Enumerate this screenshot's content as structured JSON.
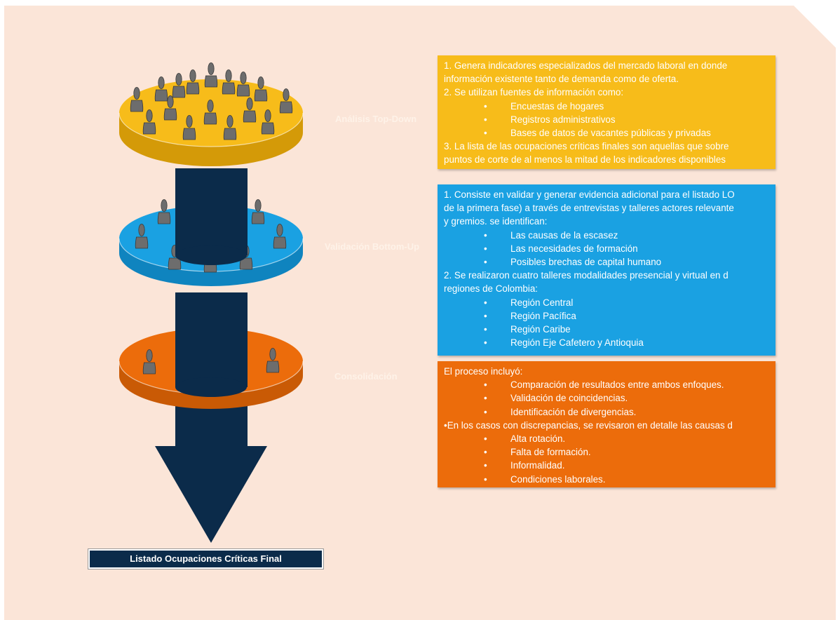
{
  "colors": {
    "background": "#fbe5d8",
    "yellow": "#f7bc1a",
    "blue": "#1aa1e2",
    "orange": "#ec6c0b",
    "navy": "#0b2b4a",
    "figure": "#6d6d6d"
  },
  "stages": [
    {
      "label": "Análisis Top-Down",
      "lines": [
        {
          "type": "text",
          "text": "1. Genera indicadores especializados del mercado laboral en donde"
        },
        {
          "type": "text",
          "text": "información existente tanto de demanda como de oferta."
        },
        {
          "type": "text",
          "text": "2. Se utilizan fuentes de información como:"
        },
        {
          "type": "bullet",
          "text": "Encuestas de hogares"
        },
        {
          "type": "bullet",
          "text": "Registros administrativos"
        },
        {
          "type": "bullet",
          "text": "Bases de datos de vacantes públicas y privadas"
        },
        {
          "type": "text",
          "text": "3. La lista de las ocupaciones críticas finales son aquellas que sobre"
        },
        {
          "type": "text",
          "text": "puntos de corte de al menos la mitad de los indicadores disponibles"
        }
      ]
    },
    {
      "label": "Validación Bottom-Up",
      "lines": [
        {
          "type": "text",
          "text": "1. Consiste en validar y generar evidencia adicional para el listado LO"
        },
        {
          "type": "text",
          "text": "de la primera fase) a través de entrevistas y talleres actores relevante"
        },
        {
          "type": "text",
          "text": "y gremios. se identifican:"
        },
        {
          "type": "bullet",
          "text": "Las causas de la escasez"
        },
        {
          "type": "bullet",
          "text": "Las necesidades de formación"
        },
        {
          "type": "bullet",
          "text": "Posibles brechas de capital humano"
        },
        {
          "type": "text",
          "text": "2. Se realizaron cuatro talleres modalidades presencial y virtual en d"
        },
        {
          "type": "text",
          "text": "regiones de Colombia:"
        },
        {
          "type": "bullet",
          "text": "Región Central"
        },
        {
          "type": "bullet",
          "text": "Región Pacífica"
        },
        {
          "type": "bullet",
          "text": "Región Caribe"
        },
        {
          "type": "bullet",
          "text": "Región Eje Cafetero y Antioquia"
        }
      ]
    },
    {
      "label": "Consolidación",
      "lines": [
        {
          "type": "text",
          "text": "El proceso incluyó:"
        },
        {
          "type": "bullet",
          "text": "Comparación de resultados entre ambos enfoques."
        },
        {
          "type": "bullet",
          "text": "Validación de coincidencias."
        },
        {
          "type": "bullet",
          "text": "Identificación de divergencias."
        },
        {
          "type": "text",
          "text": "•En los casos con discrepancias, se revisaron en detalle las causas d"
        },
        {
          "type": "bullet",
          "text": "Alta rotación."
        },
        {
          "type": "bullet",
          "text": "Falta de formación."
        },
        {
          "type": "bullet",
          "text": "Informalidad."
        },
        {
          "type": "bullet",
          "text": "Condiciones laborales."
        }
      ]
    }
  ],
  "bullet_glyph": "•",
  "final_label": "Listado Ocupaciones Críticas Final"
}
